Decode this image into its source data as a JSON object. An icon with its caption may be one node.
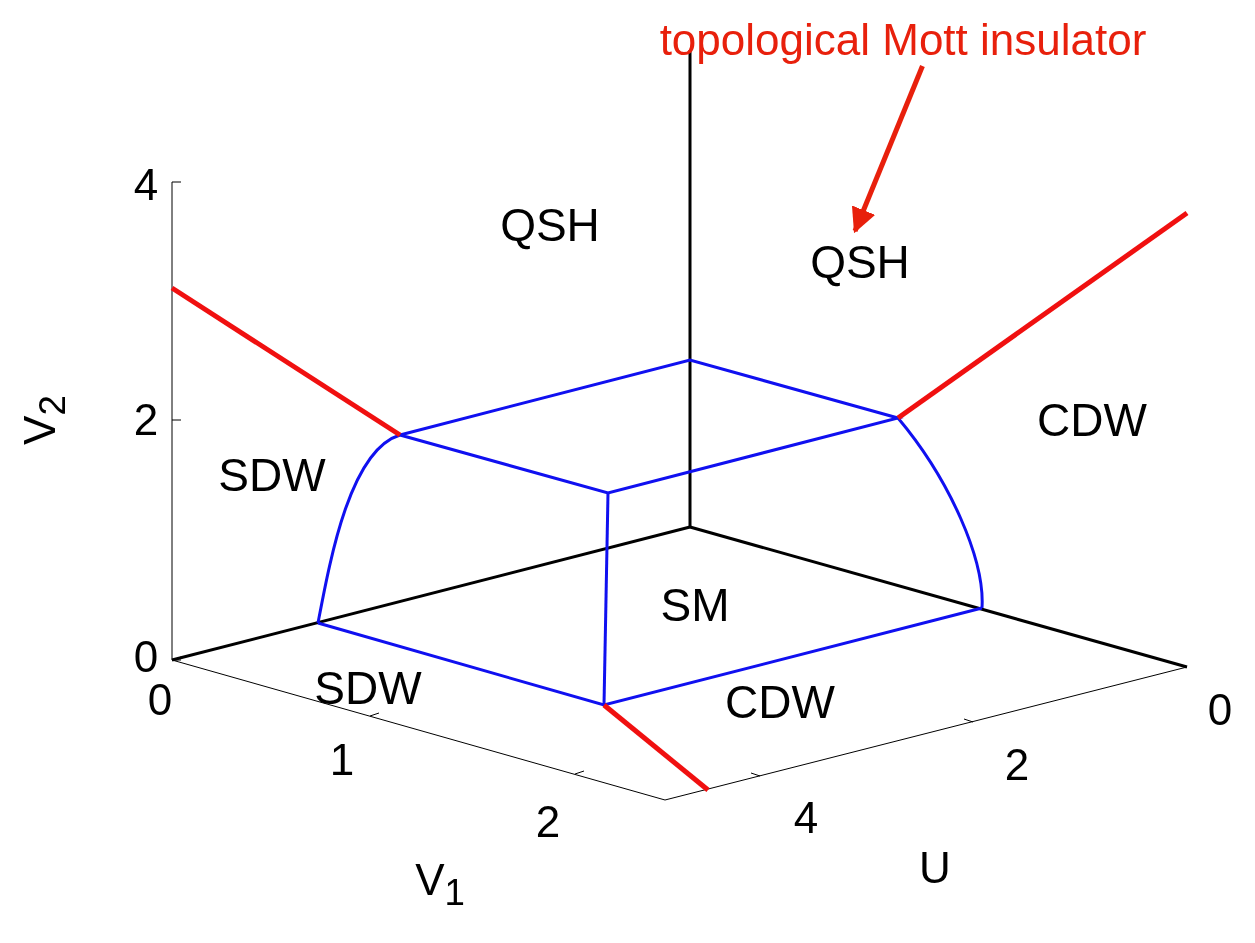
{
  "diagram": {
    "nodes": [
      {
        "text": [
          "topological Mott insulator"
        ]
      },
      {
        "text": [
          "QSH"
        ]
      }
    ],
    "edges": [
      {
        "from": 0,
        "to": 1,
        "arrow": "to"
      }
    ],
    "labels": [
      "QSH",
      "SDW",
      "CDW",
      "SM",
      "SDW",
      "CDW",
      "4",
      "2",
      "0",
      "V$_{2}$",
      "0",
      "1",
      "2",
      "V$_{1}$",
      "0",
      "2",
      "4",
      "U"
    ]
  }
}
